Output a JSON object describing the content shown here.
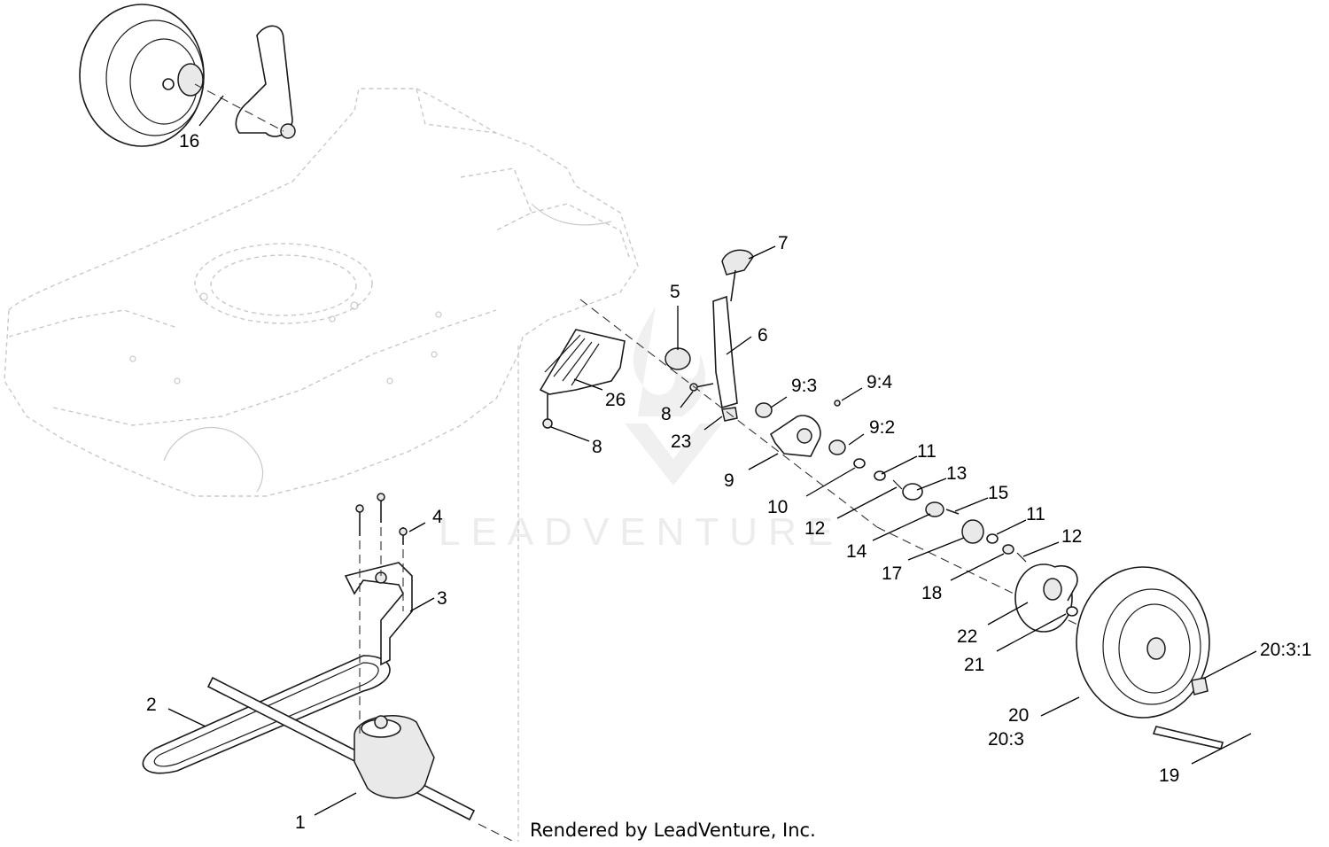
{
  "diagram": {
    "callouts": [
      "16",
      "7",
      "5",
      "6",
      "9:3",
      "9:4",
      "26",
      "8",
      "23",
      "9:2",
      "8",
      "9",
      "11",
      "10",
      "13",
      "15",
      "12",
      "14",
      "11",
      "4",
      "17",
      "12",
      "18",
      "3",
      "22",
      "21",
      "20:3:1",
      "2",
      "20",
      "20:3",
      "19",
      "1"
    ],
    "watermark": "LEADVENTURE",
    "credit": "Rendered by LeadVenture, Inc."
  }
}
